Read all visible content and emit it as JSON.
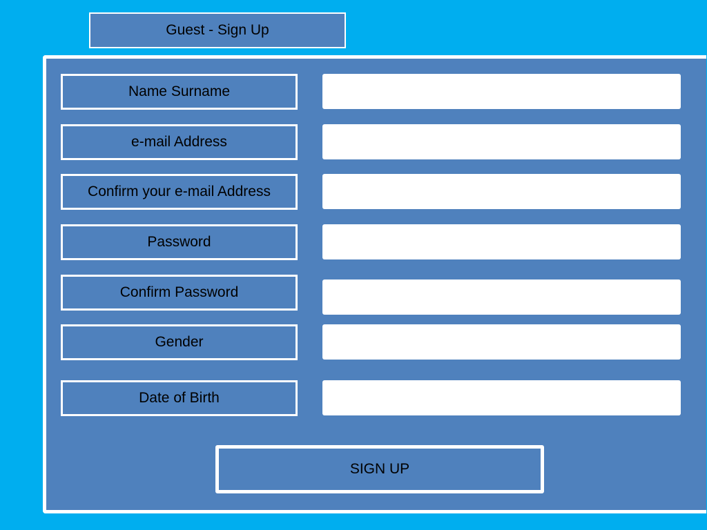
{
  "header": {
    "title": "Guest - Sign Up"
  },
  "form": {
    "fields": [
      {
        "label": "Name Surname",
        "value": ""
      },
      {
        "label": "e-mail Address",
        "value": ""
      },
      {
        "label": "Confirm your e-mail Address",
        "value": ""
      },
      {
        "label": "Password",
        "value": ""
      },
      {
        "label": "Confirm Password",
        "value": ""
      },
      {
        "label": "Gender",
        "value": ""
      },
      {
        "label": "Date of Birth",
        "value": ""
      }
    ],
    "submit_label": "SIGN UP"
  },
  "colors": {
    "background": "#00AEEF",
    "panel": "#4F81BD",
    "border": "#FFFFFF",
    "input": "#FFFFFF"
  }
}
